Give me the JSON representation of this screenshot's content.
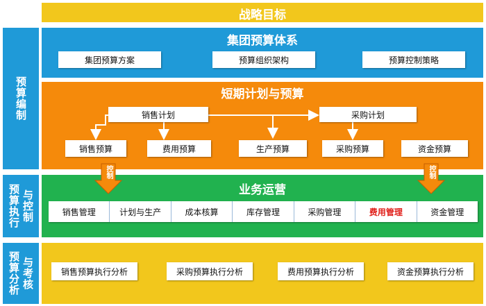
{
  "strategy": {
    "title": "战略目标"
  },
  "group": {
    "title": "集团预算体系",
    "items": [
      "集团预算方案",
      "预算组织架构",
      "预算控制策略"
    ]
  },
  "shortterm": {
    "title": "短期计划与预算",
    "plans": {
      "sales": "销售计划",
      "purchase": "采购计划"
    },
    "budgets": [
      "销售预算",
      "费用预算",
      "生产预算",
      "采购预算",
      "资金预算"
    ]
  },
  "operations": {
    "title": "业务运营",
    "control_label": "控制",
    "items": [
      "销售管理",
      "计划与生产",
      "成本核算",
      "库存管理",
      "采购管理",
      "费用管理",
      "资金管理"
    ],
    "highlight": "费用管理"
  },
  "analysis": {
    "items": [
      "销售预算执行分析",
      "采购预算执行分析",
      "费用预算执行分析",
      "资金预算执行分析"
    ]
  },
  "side_labels": {
    "budget_prep": "预算编制",
    "exec_control": [
      "预算执行",
      "与控制"
    ],
    "analysis_eval": [
      "预算分析",
      "与考核"
    ]
  },
  "colors": {
    "yellow": "#f2c71c",
    "blue": "#1f9ad8",
    "orange": "#f58a0b",
    "green": "#21b24f",
    "highlight_red": "#e0201b"
  }
}
